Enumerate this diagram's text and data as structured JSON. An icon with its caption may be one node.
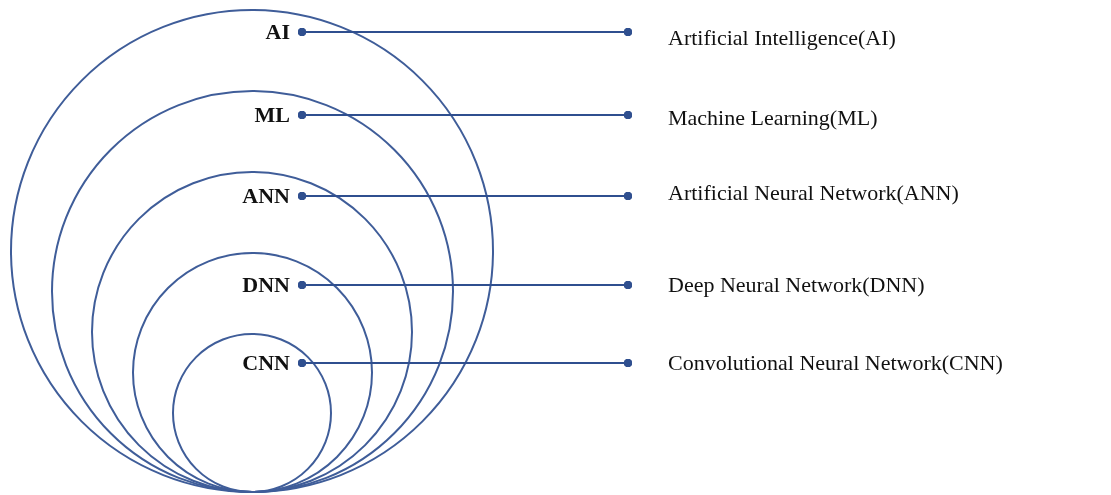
{
  "diagram": {
    "nodes": [
      {
        "text": [
          "AI"
        ]
      },
      {
        "text": [
          "ML"
        ],
        "in": 0
      },
      {
        "text": [
          "ANN"
        ],
        "in": 1
      },
      {
        "text": [
          "DNN"
        ],
        "in": 2
      },
      {
        "text": [
          "CNN"
        ],
        "in": 3
      },
      {
        "text": [
          "Artificial Intelligence(AI)"
        ]
      },
      {
        "text": [
          "Machine Learning(ML)"
        ]
      },
      {
        "text": [
          "Artificial Neural Network(ANN)"
        ]
      },
      {
        "text": [
          "Deep Neural Network(DNN)"
        ]
      },
      {
        "text": [
          "Convolutional Neural Network(CNN)"
        ]
      }
    ],
    "edges": [
      {
        "from": 0,
        "to": 5,
        "arrow": "other"
      },
      {
        "from": 1,
        "to": 6,
        "arrow": "other"
      },
      {
        "from": 2,
        "to": 7,
        "arrow": "other"
      },
      {
        "from": 3,
        "to": 8,
        "arrow": "other"
      },
      {
        "from": 4,
        "to": 9,
        "arrow": "other"
      }
    ]
  }
}
